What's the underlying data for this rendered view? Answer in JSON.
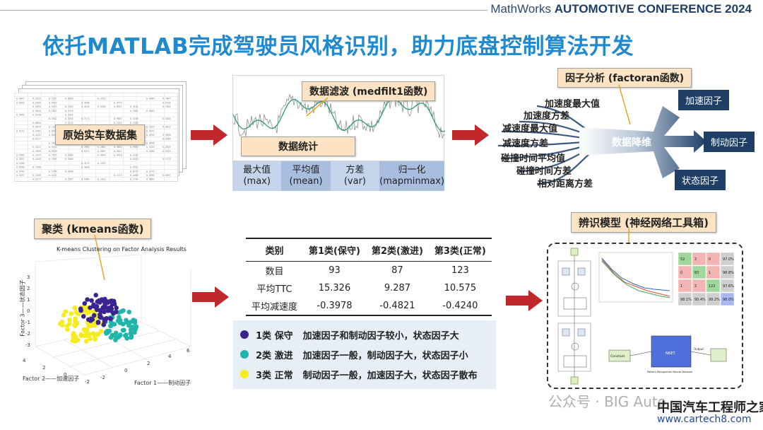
{
  "header": {
    "brand": "MathWorks",
    "conference": "AUTOMOTIVE CONFERENCE 2024",
    "title": "依托MATLAB完成驾驶员风格识别，助力底盘控制算法开发"
  },
  "dataset": {
    "label": "原始实车数据集"
  },
  "filter": {
    "tag": "数据滤波 (medfilt1函数)",
    "stats_tag": "数据统计",
    "stats": [
      {
        "name": "最大值",
        "func": "(max)"
      },
      {
        "name": "平均值",
        "func": "(mean)"
      },
      {
        "name": "方差",
        "func": "(var)"
      },
      {
        "name": "归一化",
        "func": "(mapminmax)"
      }
    ]
  },
  "factor": {
    "tag": "因子分析 (factoran函数)",
    "inputs": [
      "加速度最大值",
      "加速度方差",
      "减速度最大值",
      "减速度方差",
      "碰撞时间平均值",
      "碰撞时间方差",
      "相对距离方差"
    ],
    "center": "数据降维",
    "outputs": [
      "加速因子",
      "制动因子",
      "状态因子"
    ]
  },
  "cluster": {
    "tag": "聚类 (kmeans函数)",
    "plot_title": "K-means Clustering on Factor Analysis Results",
    "z_label": "Factor 3——状态因子",
    "y_label": "Factor 2——加速因子",
    "x_label": "Factor 1——制动因子",
    "z_ticks": [
      "3",
      "2",
      "1",
      "0",
      "-1",
      "-2",
      "-3"
    ],
    "y_ticks": [
      "4",
      "2",
      "0",
      "-2"
    ],
    "x_ticks": [
      "-2",
      "0",
      "2",
      "4",
      "6"
    ],
    "colors": {
      "c1": "#3a2590",
      "c2": "#1fb5a8",
      "c3": "#f5ec1d"
    }
  },
  "table": {
    "headers": [
      "类别",
      "第1类(保守)",
      "第2类(激进)",
      "第3类(正常)"
    ],
    "rows": [
      [
        "数目",
        "93",
        "87",
        "123"
      ],
      [
        "平均TTC",
        "15.326",
        "9.287",
        "10.575"
      ],
      [
        "平均减速度",
        "-0.3978",
        "-0.4821",
        "-0.4240"
      ]
    ]
  },
  "legend": [
    {
      "label": "1类 保守",
      "desc": "加速因子和制动因子较小，状态因子大",
      "color": "#3a2590"
    },
    {
      "label": "2类 激进",
      "desc": "加速因子一般，制动因子大，状态因子小",
      "color": "#1fb5a8"
    },
    {
      "label": "3类 正常",
      "desc": "制动因子一般，加速因子大，状态因子散布",
      "color": "#f5ec1d"
    }
  ],
  "model": {
    "tag": "辨识模型 (神经网络工具箱)",
    "confusion": [
      [
        "52",
        "2",
        "0",
        "97.0%"
      ],
      [
        "0",
        "83",
        "1",
        "98.8%"
      ],
      [
        "1",
        "2",
        "122",
        "97.6%"
      ],
      [
        "98.1%",
        "95.4%",
        "99.2%",
        "98.0%"
      ]
    ],
    "sim_blocks": {
      "in": "Constant",
      "nn": "NNET",
      "out": "Output",
      "caption": "Pattern Recognition Neural Network"
    }
  },
  "watermark": {
    "social": "公众号 · BIG Auto",
    "site_cn": "中国汽车工程师之家",
    "site_url": "www.cartech8.com"
  }
}
